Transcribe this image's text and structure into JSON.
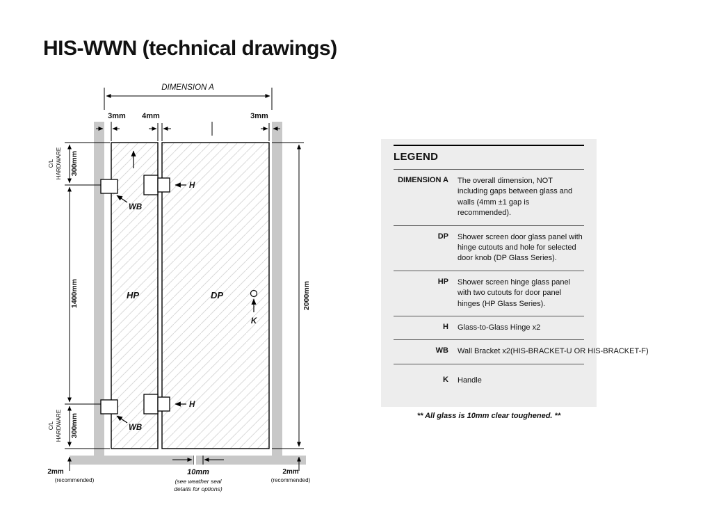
{
  "page": {
    "title": "HIS-WWN (technical drawings)"
  },
  "drawing": {
    "dimension_a": "DIMENSION A",
    "gap_3mm": "3mm",
    "gap_4mm": "4mm",
    "dim_300mm": "300mm",
    "dim_1400mm": "1400mm",
    "dim_2000mm": "2000mm",
    "cl": "C/L",
    "hardware": "HARDWARE",
    "label_hp": "HP",
    "label_dp": "DP",
    "label_h": "H",
    "label_wb": "WB",
    "label_k": "K",
    "gap_2mm": "2mm",
    "recommended": "(recommended)",
    "gap_10mm": "10mm",
    "weather_note_line1": "(see weather seal",
    "weather_note_line2": "details for options)"
  },
  "legend": {
    "heading": "LEGEND",
    "rows": [
      {
        "term": "DIMENSION A",
        "description": "The overall dimension, NOT including gaps between glass and walls (4mm ±1 gap is recommended)."
      },
      {
        "term": "DP",
        "description": "Shower screen door glass panel with hinge cutouts and hole for selected door knob (DP Glass Series)."
      },
      {
        "term": "HP",
        "description": "Shower screen hinge glass panel with two cutouts for door panel hinges (HP Glass Series)."
      },
      {
        "term": "H",
        "description": "Glass-to-Glass Hinge x2"
      },
      {
        "term": "WB",
        "description": "Wall Bracket x2(HIS-BRACKET-U OR HIS-BRACKET-F)"
      },
      {
        "term": "K",
        "description": "Handle"
      }
    ],
    "footnote": "** All glass is 10mm clear toughened. **"
  },
  "colors": {
    "wall_gray": "#c8c8c8",
    "legend_background": "#ededed",
    "hatch_line": "#d9d9d9",
    "ink": "#000000"
  }
}
